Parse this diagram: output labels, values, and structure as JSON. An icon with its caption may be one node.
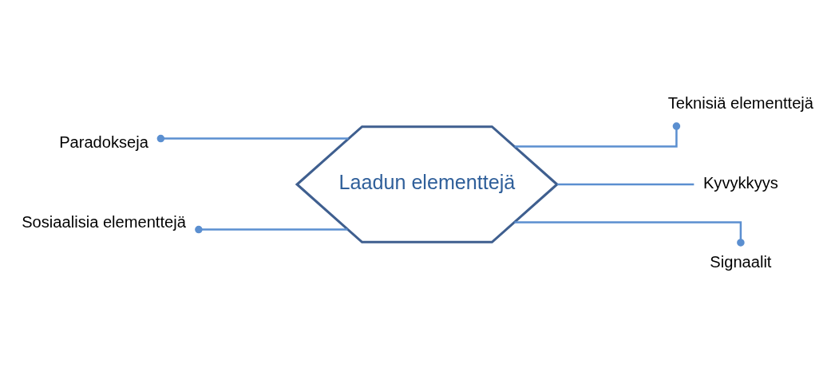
{
  "diagram": {
    "nodes": [
      {
        "text": [
          "Paradokseja"
        ]
      },
      {
        "text": [
          "Teknisiä elementtejä"
        ]
      },
      {
        "text": [
          "Laadun elementtejä"
        ]
      },
      {
        "text": [
          "Kyvykkyys"
        ]
      },
      {
        "text": [
          "Sosiaalisia elementtejä"
        ]
      },
      {
        "text": [
          "Signaalit"
        ]
      }
    ],
    "edges": [
      {
        "from": 2,
        "to": 0,
        "arrow": "other"
      },
      {
        "from": 2,
        "to": 1,
        "arrow": "other"
      },
      {
        "from": 2,
        "to": 3,
        "arrow": "none"
      },
      {
        "from": 2,
        "to": 4,
        "arrow": "other"
      },
      {
        "from": 2,
        "to": 5,
        "arrow": "other"
      }
    ]
  }
}
